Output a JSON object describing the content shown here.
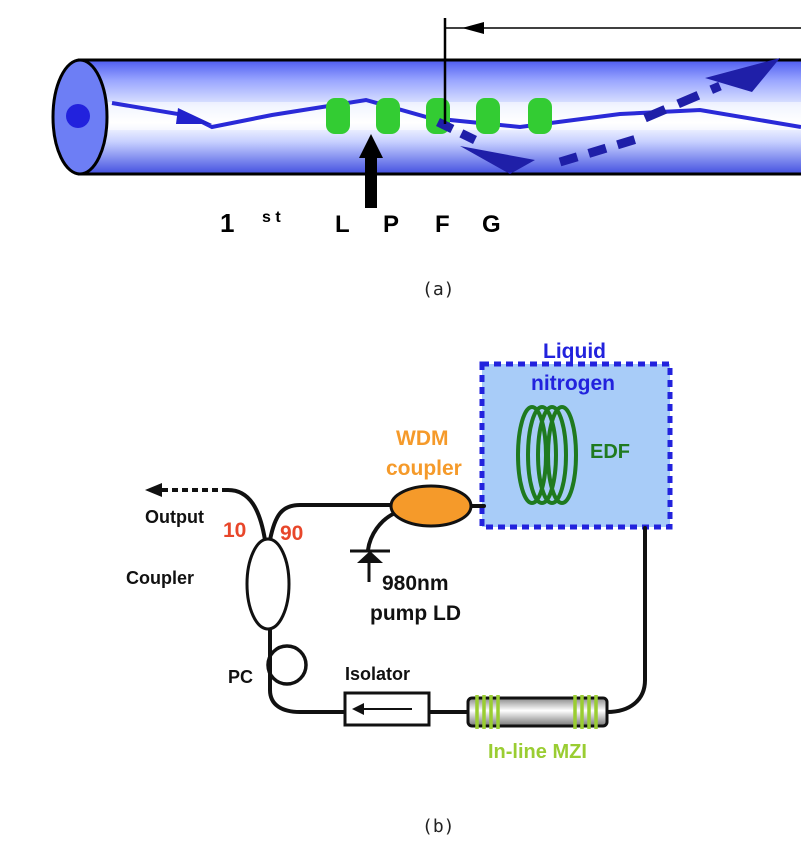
{
  "panel_a": {
    "caption": "(a)",
    "grating_label": {
      "prefix": "1",
      "superscript": "s t",
      "letters": [
        "L",
        "P",
        "F",
        "G"
      ]
    }
  },
  "panel_b": {
    "caption": "(b)",
    "liquid_nitrogen_label": [
      "Liquid",
      "nitrogen"
    ],
    "edf_label": "EDF",
    "wdm_label": [
      "WDM",
      "coupler"
    ],
    "output_label": "Output",
    "port_10_label": "10",
    "port_90_label": "90",
    "coupler_label": "Coupler",
    "pump_label": [
      "980nm",
      "pump LD"
    ],
    "pc_label": "PC",
    "isolator_label": "Isolator",
    "mzi_label": "In-line MZI"
  },
  "colors": {
    "fiber_blue": "#8fa0ff",
    "ray_blue": "#2222cc",
    "grating_green": "#33cc33",
    "nitrogen_box_fill": "#a8ccf8",
    "nitrogen_border": "#2222dd",
    "edf_green": "#1f7a1f",
    "wdm_orange": "#f59a2a",
    "red_label": "#e8462a",
    "mzi_green": "#9acd32"
  },
  "icons": [
    "fiber-end-icon",
    "arrow-up-icon",
    "arrow-left-icon",
    "diode-icon",
    "isolator-arrow-icon"
  ]
}
